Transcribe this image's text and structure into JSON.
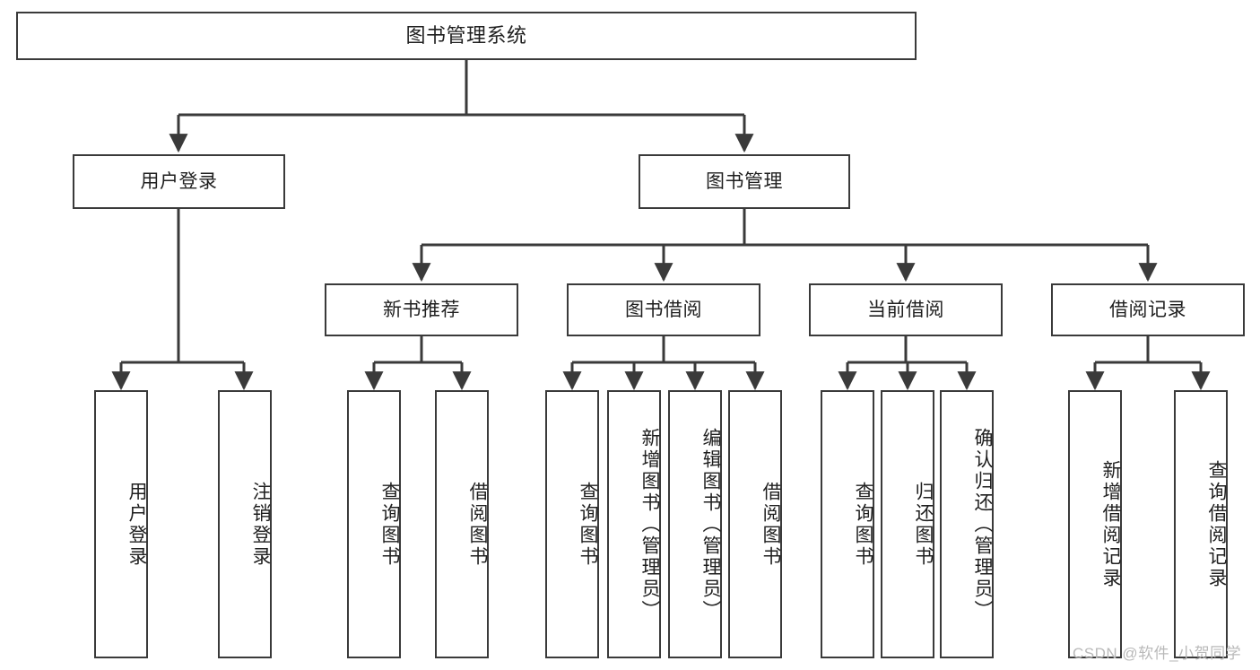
{
  "diagram": {
    "title": "图书管理系统",
    "watermark": "CSDN @软件_小贺同学",
    "line_color": "#3a3a3a",
    "box_fill": "#ffffff",
    "text_color": "#1f1f1f",
    "root": {
      "label": "图书管理系统"
    },
    "level1": [
      {
        "label": "用户登录"
      },
      {
        "label": "图书管理"
      }
    ],
    "level2": [
      {
        "label": "新书推荐"
      },
      {
        "label": "图书借阅"
      },
      {
        "label": "当前借阅"
      },
      {
        "label": "借阅记录"
      }
    ],
    "leaves": {
      "user_login": [
        {
          "label": "用户登录"
        },
        {
          "label": "注销登录"
        }
      ],
      "new_book": [
        {
          "label": "查询图书"
        },
        {
          "label": "借阅图书"
        }
      ],
      "book_borrow": [
        {
          "label": "查询图书"
        },
        {
          "label": "新增图书（管理员）"
        },
        {
          "label": "编辑图书（管理员）"
        },
        {
          "label": "借阅图书"
        }
      ],
      "current_borrow": [
        {
          "label": "查询图书"
        },
        {
          "label": "归还图书"
        },
        {
          "label": "确认归还（管理员）"
        }
      ],
      "borrow_record": [
        {
          "label": "新增借阅记录"
        },
        {
          "label": "查询借阅记录"
        }
      ]
    }
  }
}
